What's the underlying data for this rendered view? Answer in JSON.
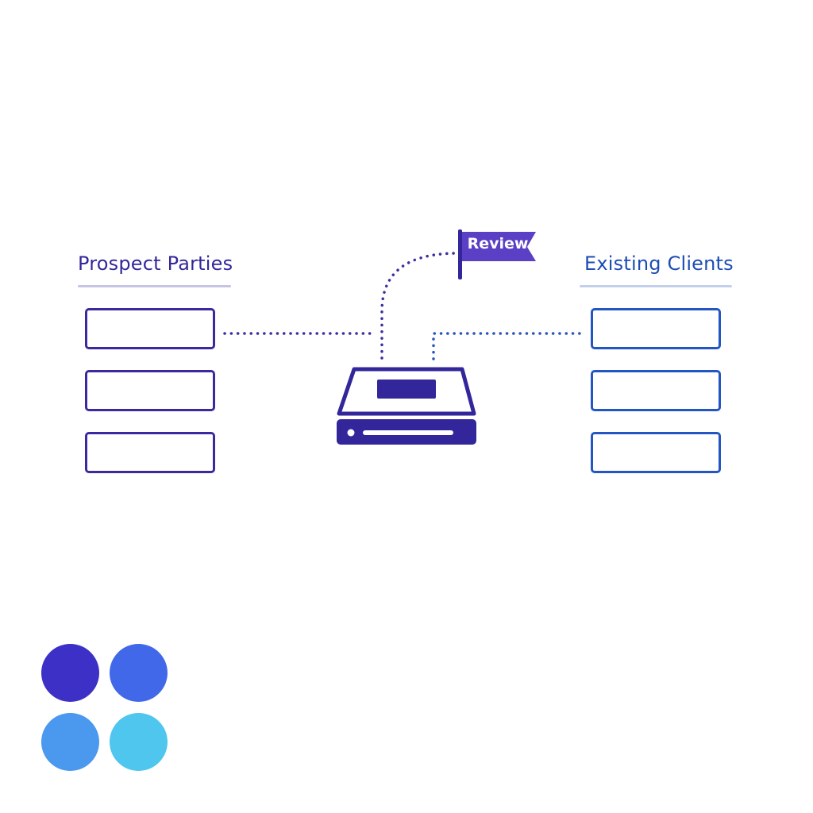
{
  "groups": {
    "left": {
      "title": "Prospect Parties",
      "color": "#33279a",
      "slot_count": 3
    },
    "right": {
      "title": "Existing Clients",
      "color": "#1d4db3",
      "slot_count": 3
    }
  },
  "center": {
    "device_icon": "scanner-device-icon",
    "flag": {
      "label": "Review",
      "icon": "flag-icon",
      "color": "#5b3fc4"
    }
  },
  "palette": [
    "#3d30c6",
    "#4268ea",
    "#4a99ee",
    "#4ec6ee"
  ]
}
